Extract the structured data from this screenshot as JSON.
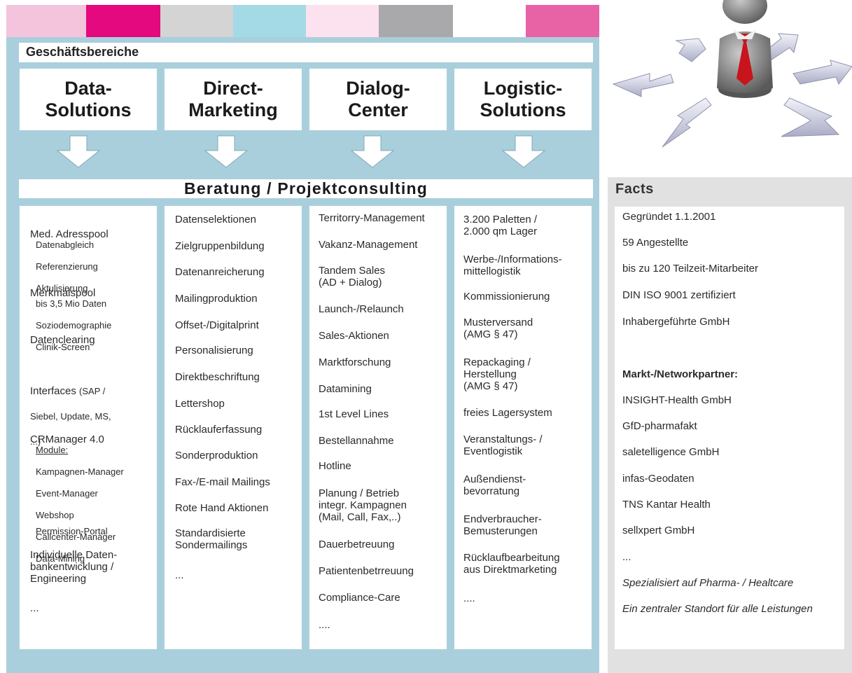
{
  "colors": [
    "#f4c4dc",
    "#e4097f",
    "#d4d4d5",
    "#a3dae6",
    "#fbe2ee",
    "#a9a8ab",
    "#ffffff",
    "#e863a6"
  ],
  "header": {
    "title": "Geschäftsbereiche"
  },
  "divisions": [
    {
      "title": "Data-\nSolutions"
    },
    {
      "title": "Direct-\nMarketing"
    },
    {
      "title": "Dialog-\nCenter"
    },
    {
      "title": "Logistic-\nSolutions"
    }
  ],
  "band": {
    "label": "Beratung / Projektconsulting"
  },
  "col1": {
    "adresspool": "Med. Adresspool",
    "adresspool_sub": [
      "Datenabgleich",
      "Referenzierung",
      "Aktulisierung"
    ],
    "merkmalspool": "Merkmalspool",
    "merkmalspool_sub": [
      "bis 3,5 Mio Daten",
      "Soziodemographie",
      "Clinik-Screen"
    ],
    "datenclearing": "Datenclearing",
    "interfaces_main": "Interfaces",
    "interfaces_rest1": "(SAP /",
    "interfaces_rest2": "Siebel, Update, MS,",
    "interfaces_rest3": "...)",
    "crm": "CRManager 4.0",
    "crm_module": "Module:",
    "crm_sub": [
      "Kampagnen-Manager",
      "Event-Manager",
      "Webshop",
      "Callcenter-Manager",
      "Data-Mining"
    ],
    "permission": "Permission-Portal",
    "indiv": "Individuelle Daten-\nbankentwicklung /\nEngineering",
    "more": "..."
  },
  "col2": [
    "Datenselektionen",
    "Zielgruppenbildung",
    "Datenanreicherung",
    "Mailingproduktion",
    "Offset-/Digitalprint",
    "Personalisierung",
    "Direktbeschriftung",
    "Lettershop",
    "Rücklauferfassung",
    "Sonderproduktion",
    "Fax-/E-mail Mailings",
    "Rote Hand Aktionen",
    "Standardisierte\nSondermailings",
    "..."
  ],
  "col3": [
    "Territorry-Management",
    "Vakanz-Management",
    "Tandem Sales\n(AD + Dialog)",
    "Launch-/Relaunch",
    "Sales-Aktionen",
    "Marktforschung",
    "Datamining",
    "1st Level Lines",
    "Bestellannahme",
    "Hotline",
    "Planung / Betrieb\nintegr. Kampagnen\n(Mail, Call, Fax,..)",
    "Dauerbetreuung",
    "Patientenbetrreuung",
    "Compliance-Care",
    "...."
  ],
  "col4": [
    "3.200 Paletten /\n2.000 qm Lager",
    "Werbe-/Informations-\nmittellogistik",
    "Kommissionierung",
    "Musterversand\n(AMG § 47)",
    "Repackaging /\nHerstellung\n(AMG § 47)",
    "freies Lagersystem",
    "Veranstaltungs- /\nEventlogistik",
    "Außendienst-\nbevorratung",
    "Endverbraucher-\nBemusterungen",
    "Rücklaufbearbeitung\naus Direktmarketing",
    "...."
  ],
  "facts": {
    "title": "Facts",
    "items": [
      "Gegründet 1.1.2001",
      "59 Angestellte",
      "bis zu 120 Teilzeit-Mitarbeiter",
      "DIN ISO 9001 zertifiziert",
      "Inhabergeführte GmbH"
    ],
    "partners_title": "Markt-/Networkpartner:",
    "partners": [
      "INSIGHT-Health GmbH",
      "GfD-pharmafakt",
      "saletelligence GmbH",
      "infas-Geodaten",
      "TNS Kantar Health",
      "sellxpert GmbH",
      "..."
    ],
    "notes": [
      "Spezialisiert auf Pharma- / Healtcare",
      "Ein zentraler Standort für alle Leistungen"
    ]
  }
}
